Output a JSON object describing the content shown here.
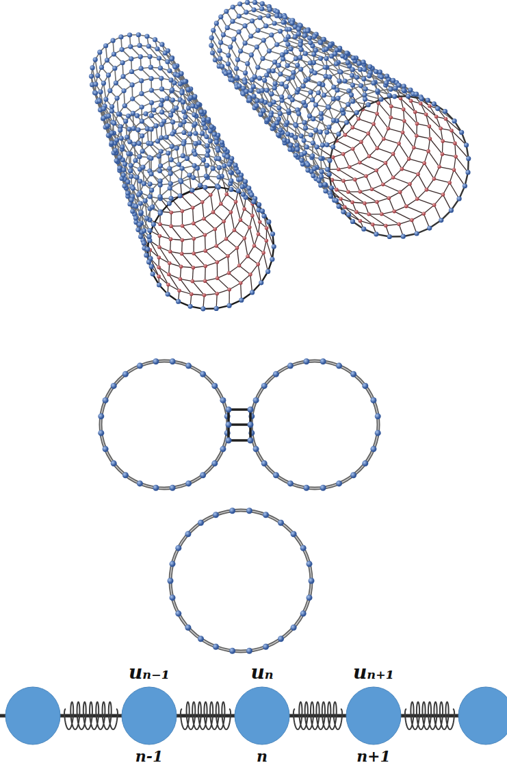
{
  "diagram": {
    "labels": [
      "uₙ₋₁",
      "uₙ",
      "uₙ₊₁",
      "n-1",
      "n",
      "n+1"
    ]
  }
}
